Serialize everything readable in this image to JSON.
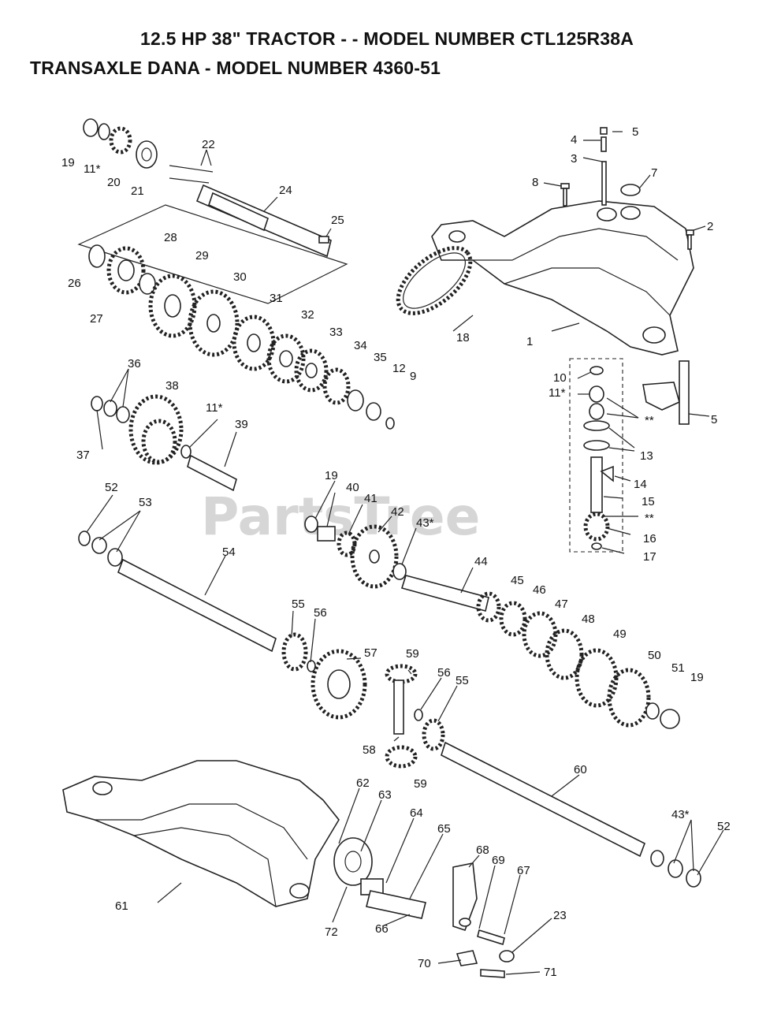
{
  "title_line1": "12.5 HP 38\" TRACTOR - - MODEL NUMBER CTL125R38A",
  "title_line2": "TRANSAXLE DANA - MODEL NUMBER 4360-51",
  "watermark": "PartsTree",
  "callouts": {
    "c1": "1",
    "c2": "2",
    "c3": "3",
    "c4": "4",
    "c5a": "5",
    "c5b": "5",
    "c7": "7",
    "c8": "8",
    "c9": "9",
    "c10": "10",
    "c11a": "11*",
    "c11b": "11*",
    "c11c": "11*",
    "c12": "12",
    "c13": "13",
    "c14": "14",
    "c15": "15",
    "c16": "16",
    "c17": "17",
    "c18": "18",
    "c19a": "19",
    "c19b": "19",
    "c19c": "19",
    "c20": "20",
    "c21": "21",
    "c22": "22",
    "c23": "23",
    "c24": "24",
    "c25": "25",
    "c26": "26",
    "c27": "27",
    "c28": "28",
    "c29": "29",
    "c30": "30",
    "c31": "31",
    "c32": "32",
    "c33": "33",
    "c34": "34",
    "c35": "35",
    "c36": "36",
    "c37": "37",
    "c38": "38",
    "c39": "39",
    "c40": "40",
    "c41": "41",
    "c42": "42",
    "c43a": "43*",
    "c43b": "43*",
    "c44": "44",
    "c45": "45",
    "c46": "46",
    "c47": "47",
    "c48": "48",
    "c49": "49",
    "c50": "50",
    "c51": "51",
    "c52a": "52",
    "c52b": "52",
    "c53": "53",
    "c54": "54",
    "c55a": "55",
    "c55b": "55",
    "c56a": "56",
    "c56b": "56",
    "c57": "57",
    "c58": "58",
    "c59a": "59",
    "c59b": "59",
    "c60": "60",
    "c61": "61",
    "c62": "62",
    "c63": "63",
    "c64": "64",
    "c65": "65",
    "c66": "66",
    "c67": "67",
    "c68": "68",
    "c69": "69",
    "c70": "70",
    "c71": "71",
    "c72": "72",
    "cstar1": "**",
    "cstar2": "**"
  }
}
